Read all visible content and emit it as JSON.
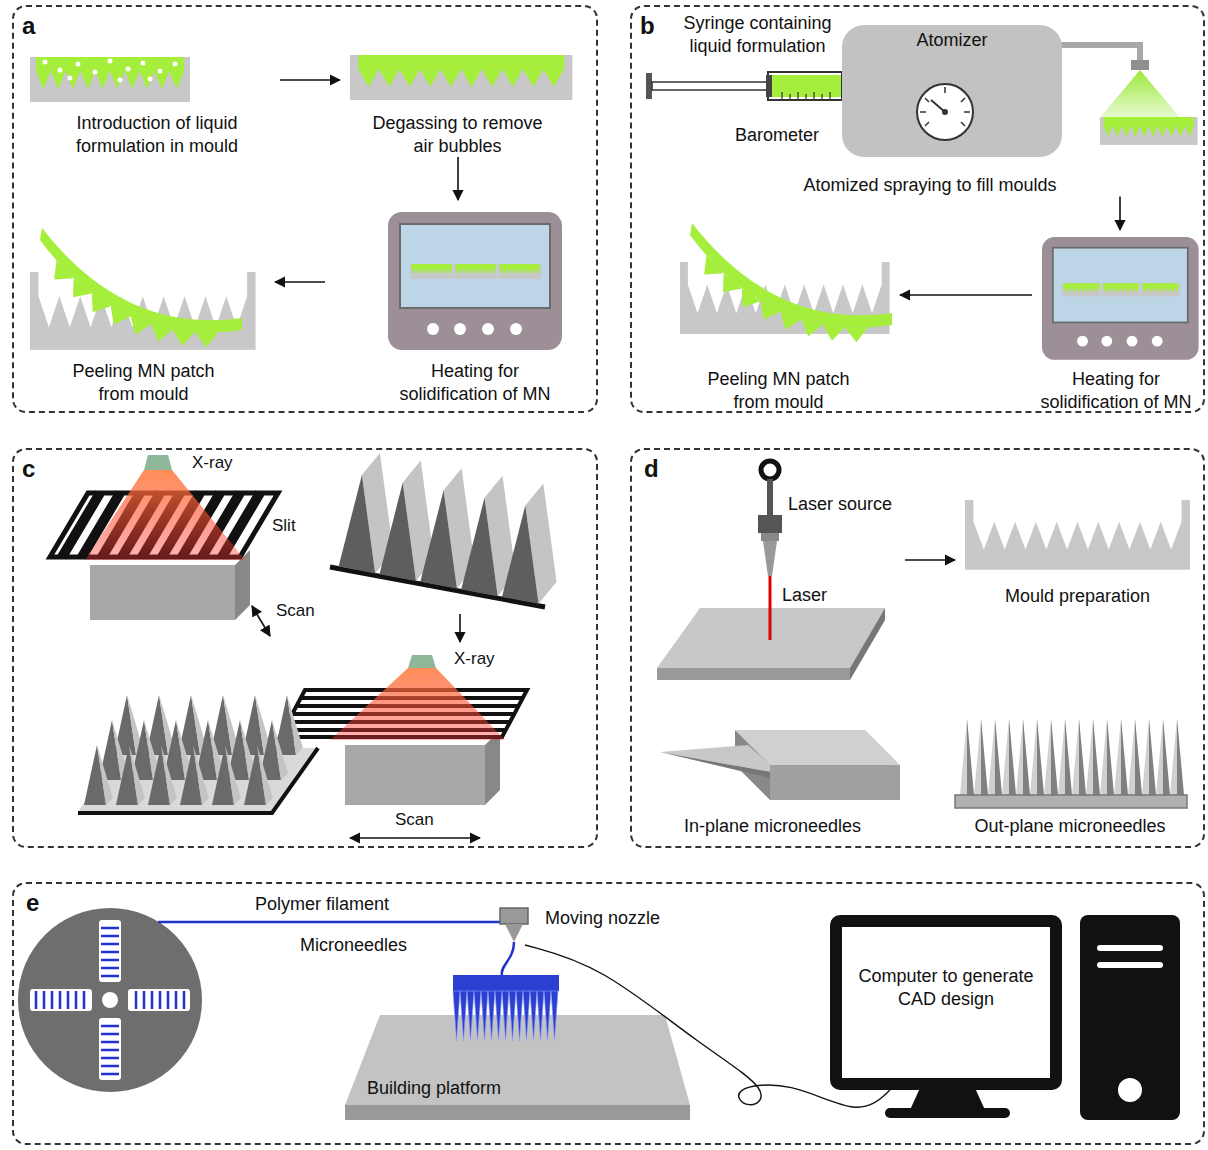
{
  "diagram": {
    "nodes": [
      {
        "text": [
          "a"
        ]
      },
      {
        "text": [
          "Introduction of liquid formulation in mould"
        ],
        "in": 0
      },
      {
        "text": [
          "Degassing to remove air bubbles"
        ],
        "in": 0
      },
      {
        "text": [
          "Heating for solidification of MN"
        ],
        "in": 0
      },
      {
        "text": [
          "Peeling MN patch from mould"
        ],
        "in": 0
      },
      {
        "text": [
          "b"
        ]
      },
      {
        "text": [
          "Atomizer"
        ],
        "in": 5
      },
      {
        "text": [
          "Atomized spraying to fill moulds"
        ],
        "in": 5
      },
      {
        "text": [
          "Heating for solidification of MN"
        ],
        "in": 5
      },
      {
        "text": [
          "Peeling MN patch from mould"
        ],
        "in": 5
      },
      {
        "text": [
          "c"
        ]
      },
      {
        "text": [
          "d"
        ]
      },
      {
        "text": [
          "Laser source",
          "Laser"
        ],
        "in": 11
      },
      {
        "text": [
          "Mould preparation"
        ],
        "in": 11
      },
      {
        "text": [
          "In-plane microneedles"
        ],
        "in": 11
      },
      {
        "text": [
          "Out-plane microneedles"
        ],
        "in": 11
      },
      {
        "text": [
          "e"
        ]
      },
      {
        "text": [
          "Moving nozzle"
        ],
        "in": 16
      },
      {
        "text": [
          "Building platform"
        ],
        "in": 16
      },
      {
        "text": [
          "Computer to generate CAD design"
        ],
        "in": 16
      }
    ],
    "edges": [
      {
        "from": 1,
        "to": 2,
        "arrow": "to"
      },
      {
        "from": 2,
        "to": 3,
        "arrow": "to"
      },
      {
        "from": 3,
        "to": 4,
        "arrow": "to"
      },
      {
        "from": 7,
        "to": 8,
        "arrow": "to"
      },
      {
        "from": 8,
        "to": 9,
        "arrow": "to"
      },
      {
        "from": 12,
        "to": 13,
        "arrow": "to"
      },
      {
        "from": 17,
        "to": 19,
        "arrow": "none"
      }
    ],
    "labels": [
      "Syringe containing liquid formulation",
      "Barometer",
      "X-ray",
      "Slit",
      "Scan",
      "X-ray",
      "Scan",
      "Polymer filament",
      "Microneedles"
    ]
  }
}
